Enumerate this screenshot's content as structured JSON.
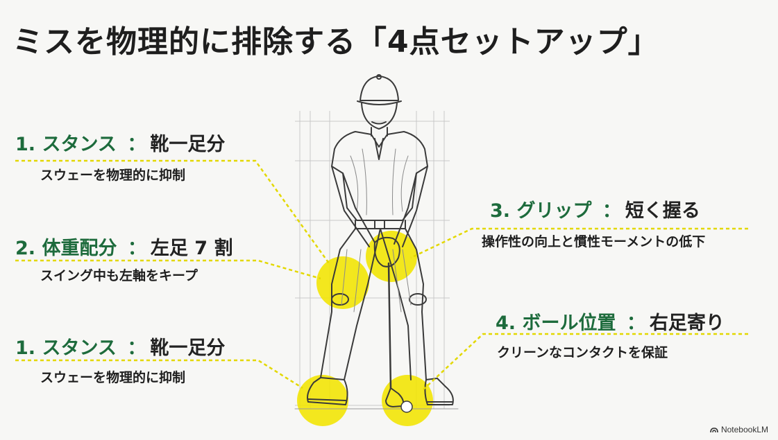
{
  "title": "ミスを物理的に排除する「4点セットアップ」",
  "points": [
    {
      "num": "1.",
      "name": "スタンス",
      "detail": "靴一足分",
      "desc": "スウェーを物理的に抑制"
    },
    {
      "num": "2.",
      "name": "体重配分",
      "detail": "左足 7 割",
      "desc": "スイング中も左軸をキープ"
    },
    {
      "num": "1.",
      "name": "スタンス",
      "detail": "靴一足分",
      "desc": "スウェーを物理的に抑制"
    },
    {
      "num": "3.",
      "name": "グリップ",
      "detail": "短く握る",
      "desc": "操作性の向上と慣性モーメントの低下"
    },
    {
      "num": "4.",
      "name": "ボール位置",
      "detail": "右足寄り",
      "desc": "クリーンなコンタクトを保証"
    }
  ],
  "colon": "：",
  "brand": "NotebookLM",
  "colors": {
    "accent_green": "#1d6b3c",
    "highlight_yellow": "#f2e500",
    "leader_line": "#e3d800"
  },
  "icons": {
    "figure": "golfer-illustration",
    "brand": "notebooklm-icon"
  }
}
